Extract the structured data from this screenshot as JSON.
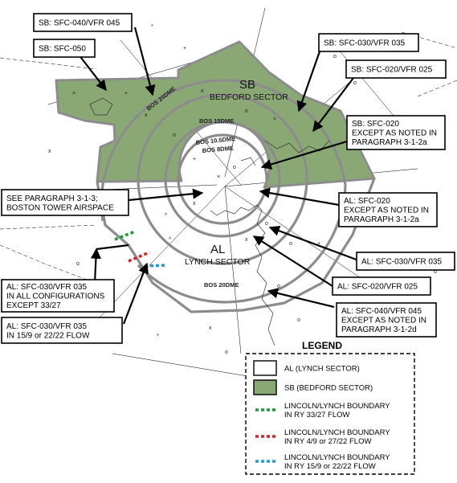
{
  "colors": {
    "bedford_sector": "#8aa873",
    "lynch_sector": "#ffffff",
    "ring": "#8c8c8c",
    "boundary_33_27": "#1a9b3c",
    "boundary_4_9": "#d9232a",
    "boundary_15_9": "#1e9bd7"
  },
  "sectors": {
    "sb": {
      "code": "SB",
      "name": "BEDFORD SECTOR"
    },
    "al": {
      "code": "AL",
      "name": "LYNCH SECTOR"
    }
  },
  "dme_rings": {
    "bos_20_upper": "BOS 20DME",
    "bos_15": "BOS 15DME",
    "bos_10_5": "BOS 10.5DME",
    "bos_8": "BOS 8DME",
    "bos_20_lower": "BOS 20DME"
  },
  "callouts": {
    "sb_040": {
      "lines": [
        "SB: SFC-040/VFR 045"
      ]
    },
    "sb_050": {
      "lines": [
        "SB: SFC-050"
      ]
    },
    "sb_030": {
      "lines": [
        "SB: SFC-030/VFR 035"
      ]
    },
    "sb_020": {
      "lines": [
        "SB: SFC-020/VFR 025"
      ]
    },
    "sb_020_noted": {
      "lines": [
        "SB: SFC-020",
        "EXCEPT AS NOTED IN",
        "PARAGRAPH 3-1-2a"
      ]
    },
    "see_para": {
      "lines": [
        "SEE PARAGRAPH 3-1-3;",
        "BOSTON TOWER AIRSPACE"
      ]
    },
    "al_020_noted": {
      "lines": [
        "AL: SFC-020",
        "EXCEPT AS NOTED IN",
        "PARAGRAPH 3-1-2a"
      ]
    },
    "al_030_035": {
      "lines": [
        "AL: SFC-030/VFR 035"
      ]
    },
    "al_020_025": {
      "lines": [
        "AL: SFC-020/VFR 025"
      ]
    },
    "al_040_noted": {
      "lines": [
        "AL: SFC-040/VFR 045",
        "EXCEPT AS NOTED IN",
        "PARAGRAPH 3-1-2d"
      ]
    },
    "al_030_all": {
      "lines": [
        "AL: SFC-030/VFR 035",
        "IN ALL CONFIGURATIONS",
        "EXCEPT 33/27"
      ]
    },
    "al_030_flow": {
      "lines": [
        "AL: SFC-030/VFR 035",
        "IN 15/9 or 22/22 FLOW"
      ]
    }
  },
  "legend": {
    "title": "LEGEND",
    "items": [
      {
        "kind": "box",
        "color": "#ffffff",
        "lines": [
          "AL (LYNCH SECTOR)"
        ]
      },
      {
        "kind": "box",
        "color": "#8aa873",
        "lines": [
          "SB (BEDFORD SECTOR)"
        ]
      },
      {
        "kind": "dash",
        "color": "#1a9b3c",
        "lines": [
          "LINCOLN/LYNCH BOUNDARY",
          "IN RY 33/27 FLOW"
        ]
      },
      {
        "kind": "dash",
        "color": "#d9232a",
        "lines": [
          "LINCOLN/LYNCH BOUNDARY",
          "IN RY 4/9 or 27/22 FLOW"
        ]
      },
      {
        "kind": "dash",
        "color": "#1e9bd7",
        "lines": [
          "LINCOLN/LYNCH BOUNDARY",
          "IN RY 15/9 or 22/22 FLOW"
        ]
      }
    ]
  }
}
